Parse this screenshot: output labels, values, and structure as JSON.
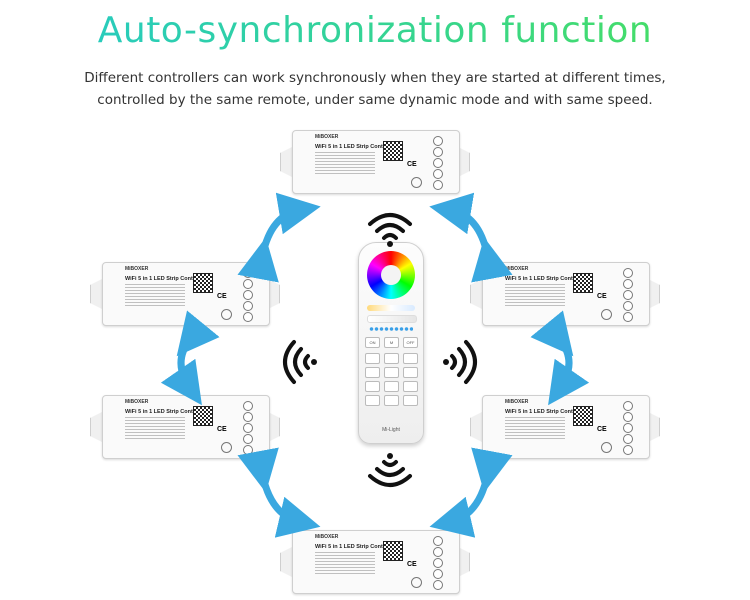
{
  "title": "Auto-synchronization function",
  "subtitle_line1": "Different controllers can work synchronously when they are started at different times,",
  "subtitle_line2": "controlled by the same remote, under same dynamic mode and with same speed.",
  "controller": {
    "brand": "MiBOXER",
    "name": "WiFi 5 in 1 LED Strip Controller",
    "mark": "CE"
  },
  "remote": {
    "brand": "Mi-Light",
    "keys": [
      "ON",
      "M",
      "OFF"
    ]
  },
  "colors": {
    "accent": "#38d68a",
    "arrow": "#3aa8e0"
  },
  "icons": [
    "wifi-icon",
    "signal-left-icon",
    "signal-right-icon",
    "sync-arrow-icon"
  ]
}
